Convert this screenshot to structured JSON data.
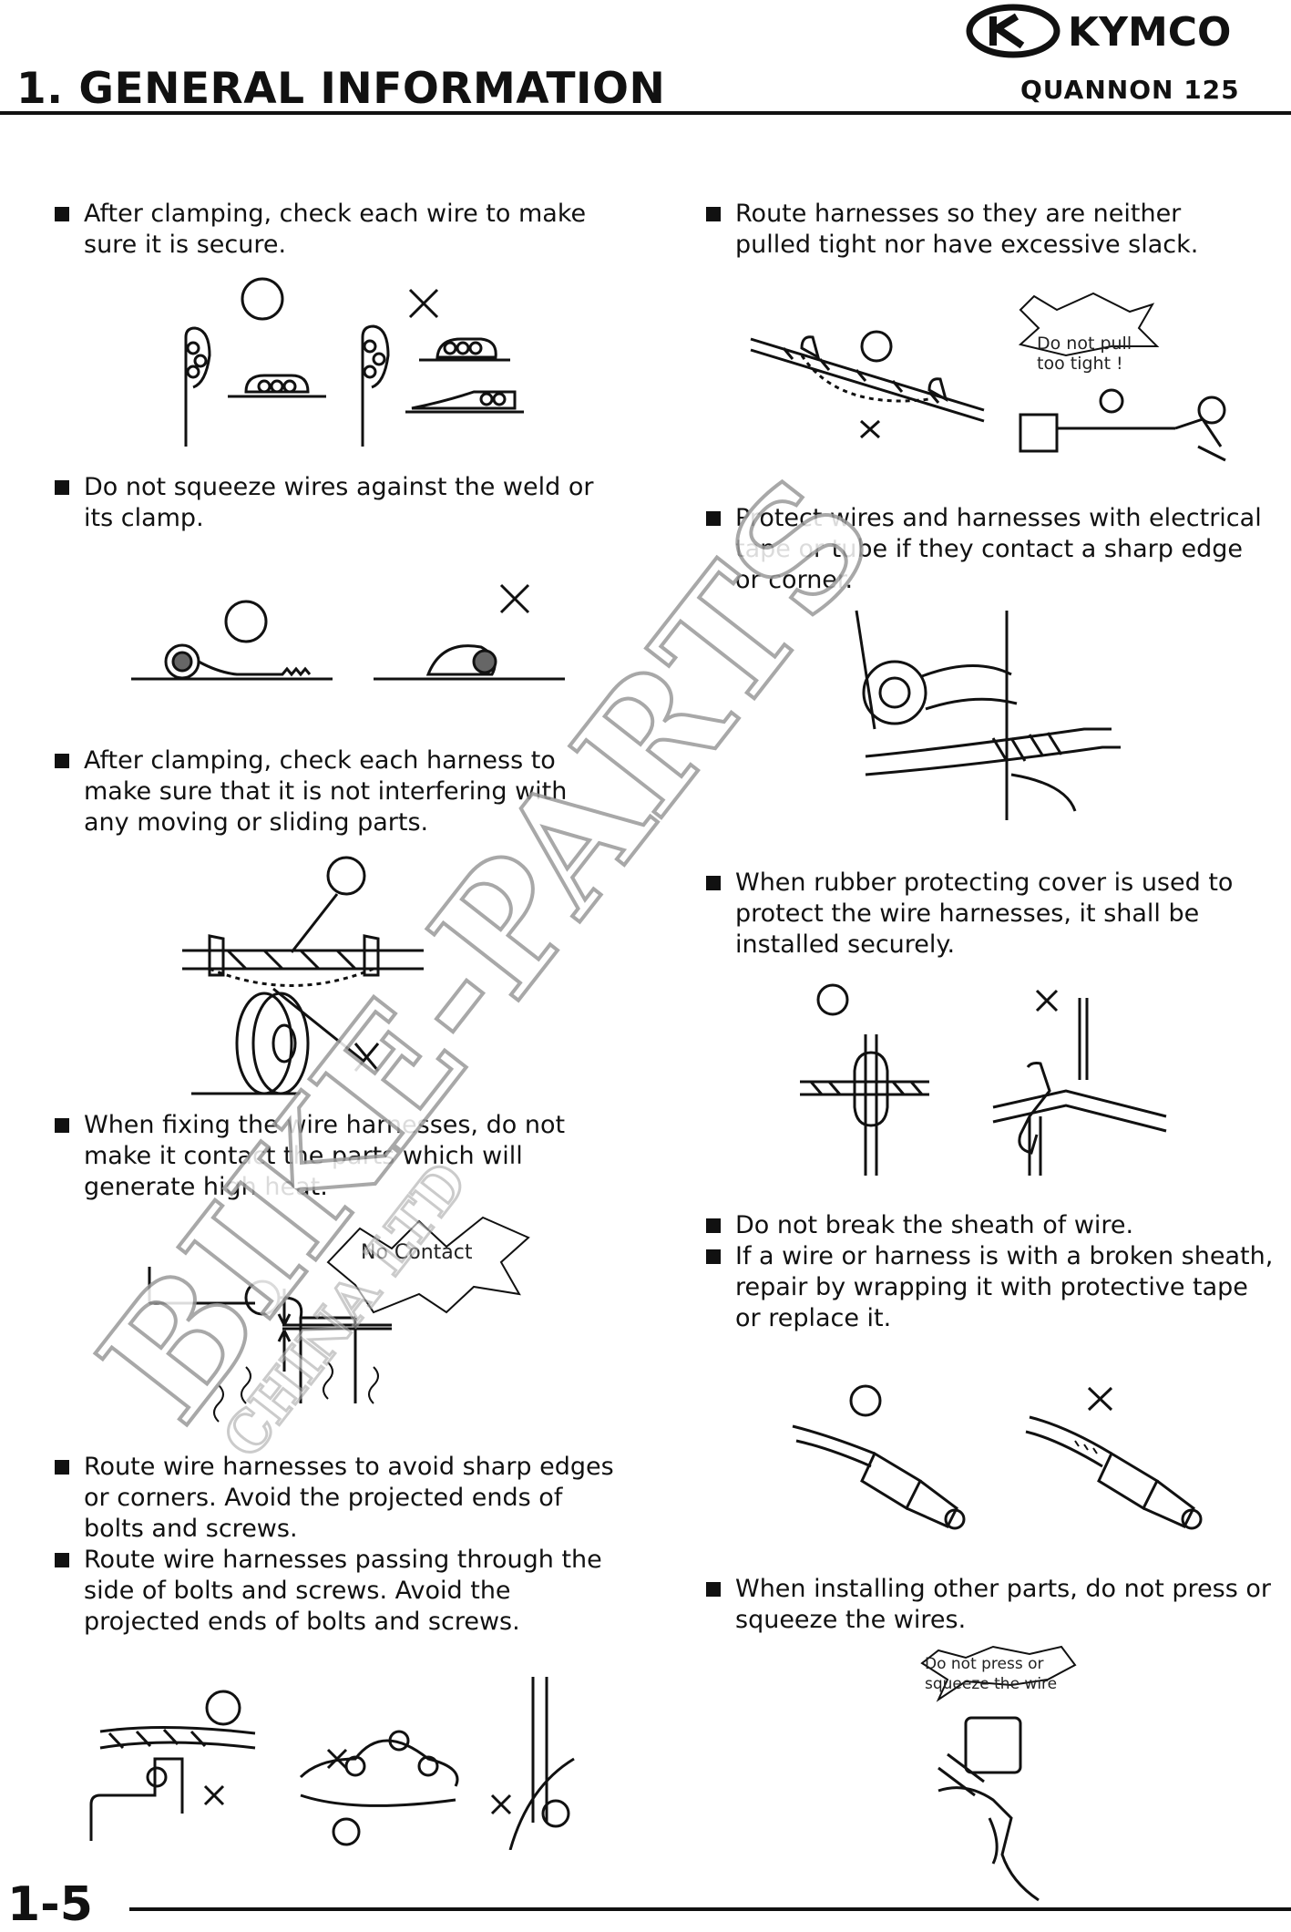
{
  "header": {
    "brand": "KYMCO",
    "section_title": "1. GENERAL INFORMATION",
    "model": "QUANNON 125"
  },
  "footer": {
    "page_number": "1-5"
  },
  "watermark": {
    "line1": "BIKE-PARTS",
    "line2": "CHINA LTD"
  },
  "left_column": [
    {
      "text": "After clamping, check each wire to make sure it is secure."
    },
    {
      "text": "Do not squeeze wires against the weld or its clamp."
    },
    {
      "text": "After clamping, check each harness to make sure that it is not interfering with any moving or sliding parts."
    },
    {
      "text": "When fixing the wire harnesses, do not make it contact the parts which will generate high heat."
    },
    {
      "text": "Route wire harnesses to avoid sharp edges or corners.   Avoid the projected ends of bolts and screws."
    },
    {
      "text": "Route wire harnesses passing through the side of bolts and screws.   Avoid the projected ends of bolts and screws."
    }
  ],
  "right_column": [
    {
      "text": "Route harnesses so they are neither pulled tight nor have excessive slack."
    },
    {
      "text": "Protect wires and harnesses with electrical tape or tube if they contact a sharp edge or corner."
    },
    {
      "text": "When rubber protecting cover is used to protect the wire harnesses, it shall be installed securely."
    },
    {
      "text": "Do not break the sheath of wire."
    },
    {
      "text": "If a wire or harness is with a broken sheath, repair by wrapping it with protective tape or replace it."
    },
    {
      "text": "When installing other parts, do not press or squeeze the wires."
    }
  ],
  "callouts": {
    "no_contact": "No Contact",
    "do_not_pull_1": "Do not pull",
    "do_not_pull_2": "too tight !",
    "do_not_press_1": "Do not press or",
    "do_not_press_2": "squeeze the wire"
  }
}
